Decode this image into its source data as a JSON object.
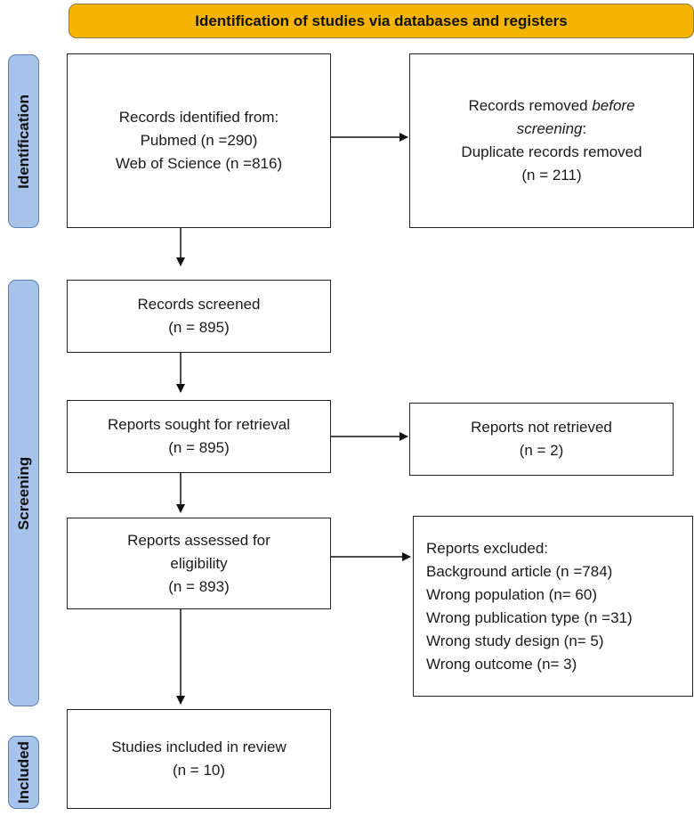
{
  "banner": {
    "title": "Identification of studies via databases and registers"
  },
  "phases": {
    "identification": "Identification",
    "screening": "Screening",
    "included": "Included"
  },
  "identified": {
    "line1": "Records identified from:",
    "line2": "Pubmed (n =290)",
    "line3": "Web of Science (n =816)"
  },
  "removed": {
    "line1": "Records removed ",
    "line1_italic": "before",
    "line2_italic": "screening",
    "line2_tail": ":",
    "line3": "Duplicate records removed",
    "line4": "(n = 211)"
  },
  "screened": {
    "line1": "Records screened",
    "line2": "(n = 895)"
  },
  "sought": {
    "line1": "Reports sought for retrieval",
    "line2": "(n = 895)"
  },
  "not_retrieved": {
    "line1": "Reports not retrieved",
    "line2": "(n = 2)"
  },
  "assessed": {
    "line1": "Reports assessed for",
    "line2": "eligibility",
    "line3": "(n = 893)"
  },
  "excluded": {
    "title": "Reports excluded:",
    "items": [
      "Background article (n =784)",
      "Wrong population (n= 60)",
      "Wrong publication type (n =31)",
      "Wrong study design (n= 5)",
      "Wrong outcome (n= 3)"
    ]
  },
  "included_box": {
    "line1": "Studies included in review",
    "line2": "(n = 10)"
  },
  "colors": {
    "banner": "#f4b400",
    "phase": "#a7c3ea",
    "border": "#222222"
  }
}
